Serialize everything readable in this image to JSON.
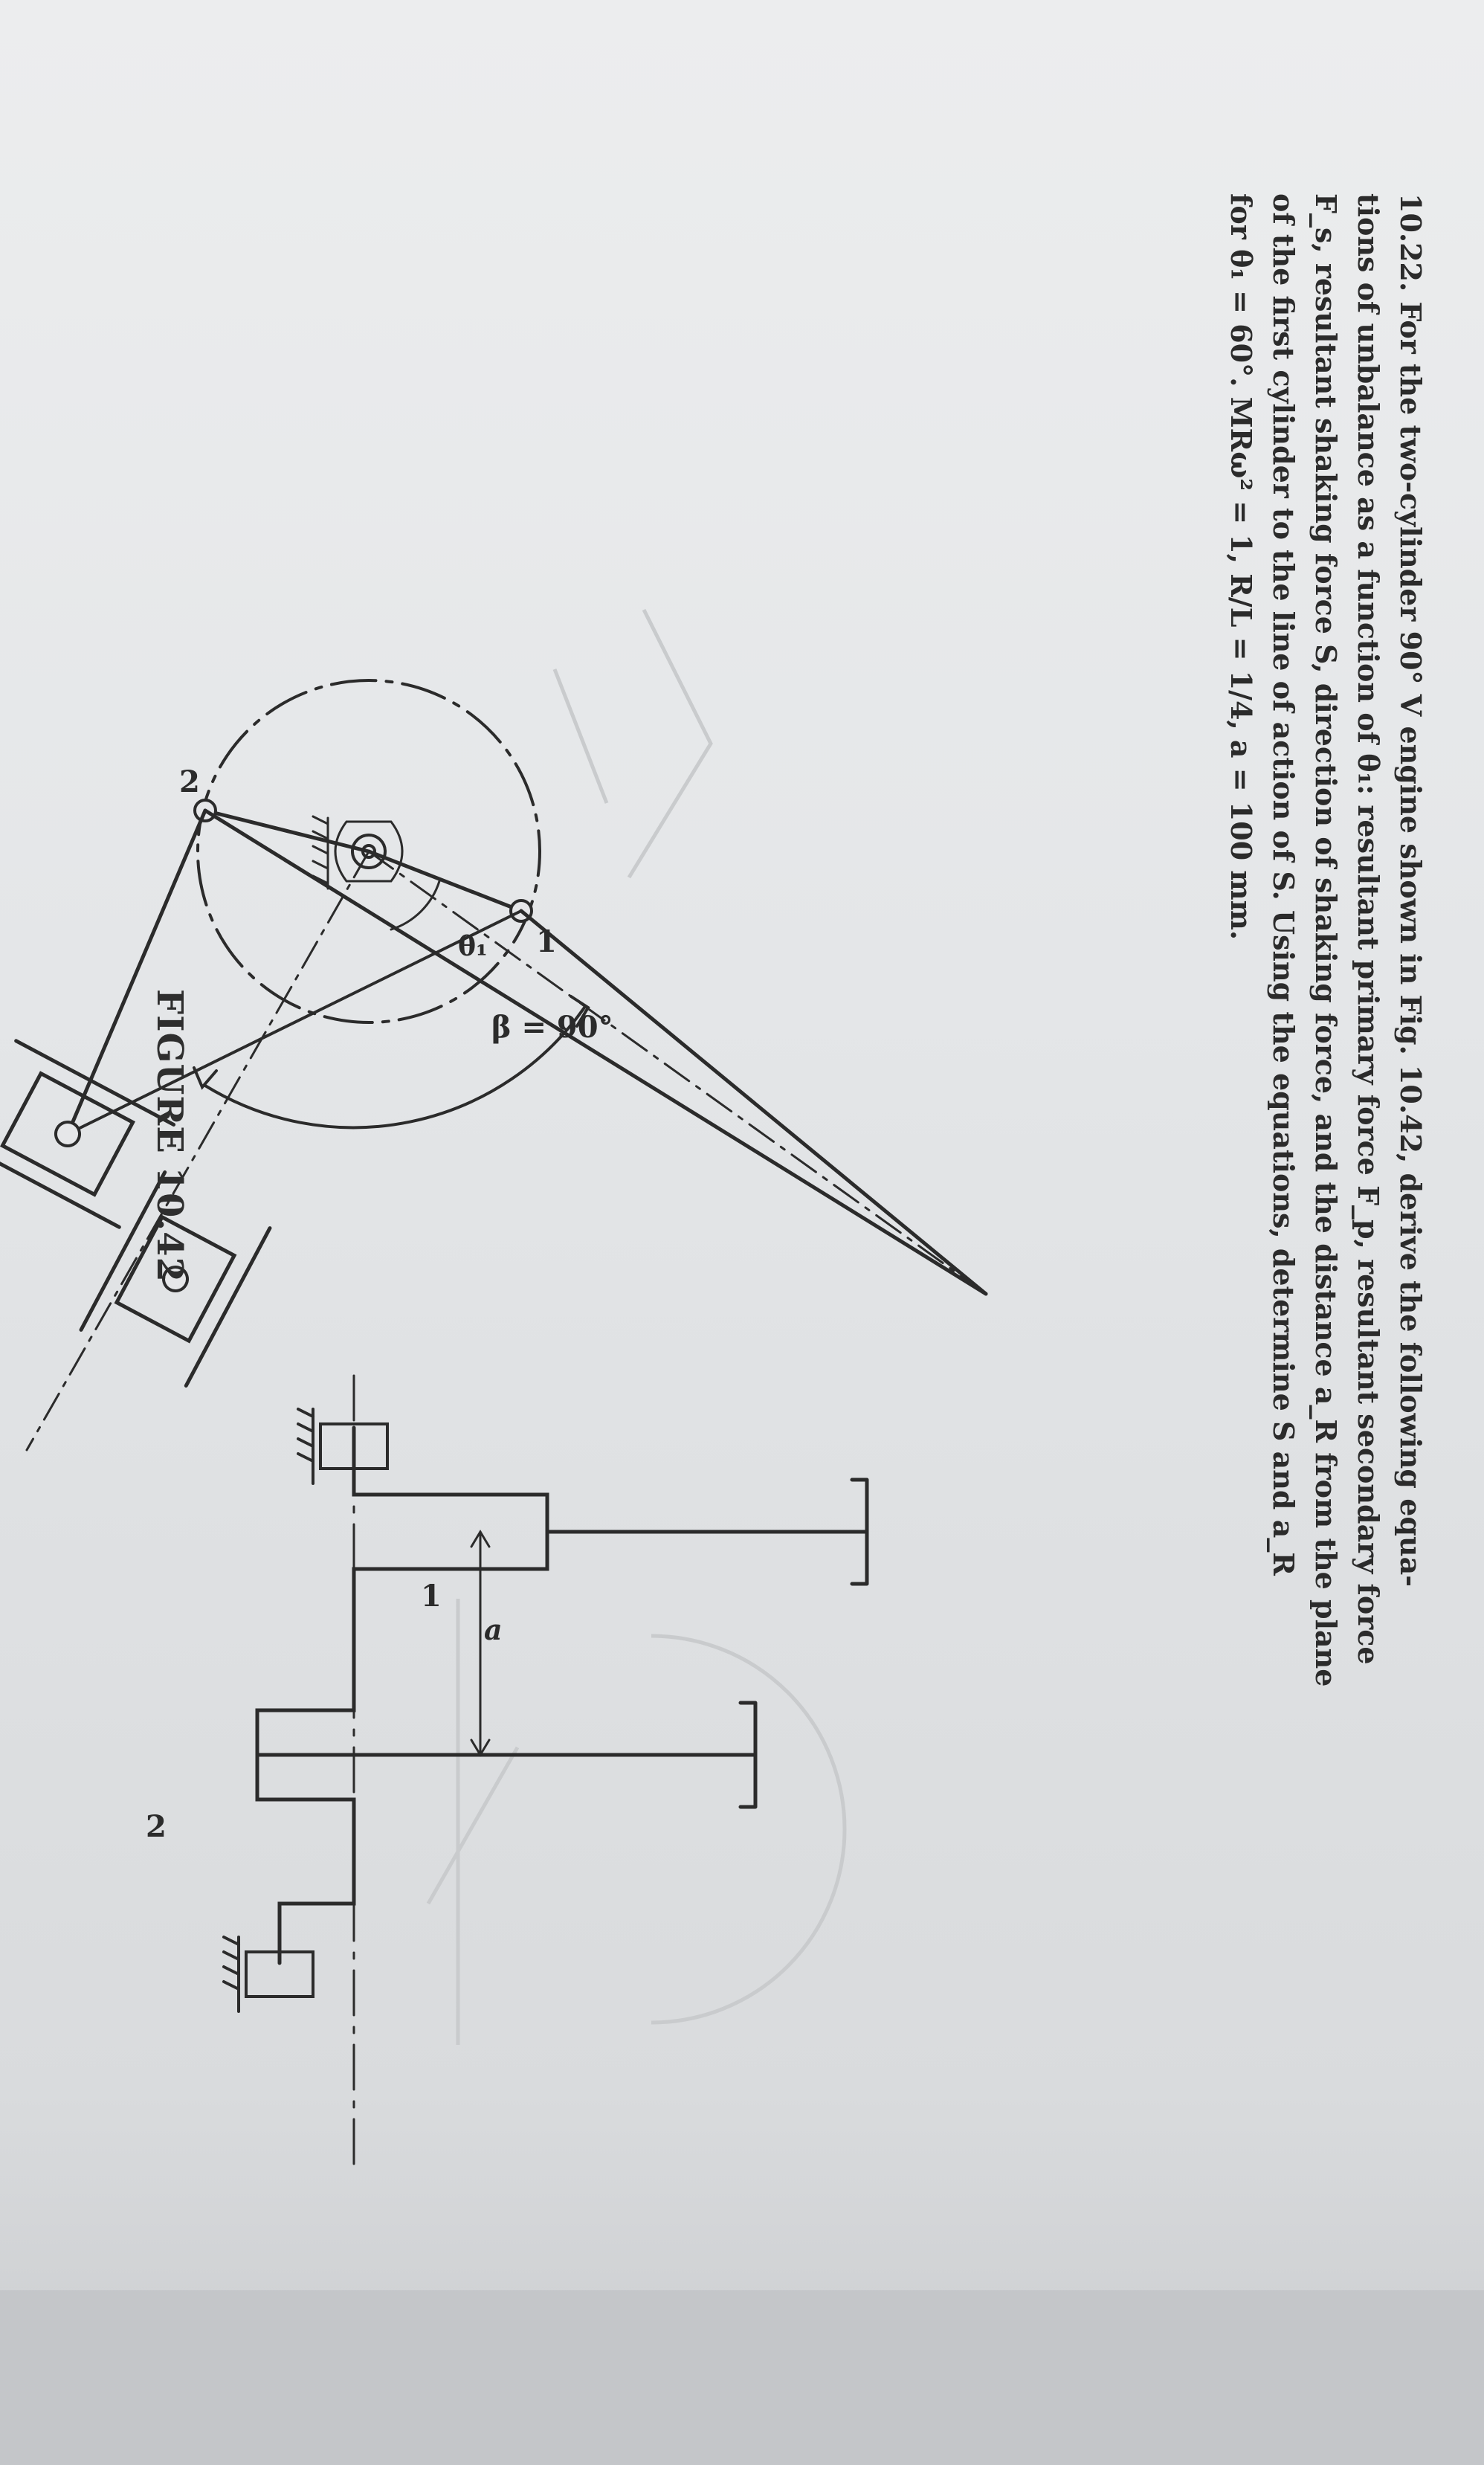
{
  "problem": {
    "number": "10.22.",
    "lines": [
      "For the two-cylinder 90° V engine shown in Fig. 10.42, derive the following equa-",
      "tions of unbalance as a function of θ₁: resultant primary force F_p, resultant secondary force",
      "F_s, resultant shaking force S, direction of shaking force, and the distance a_R from the plane",
      "of the first cylinder to the line of action of S. Using the equations, determine S and a_R",
      "for θ₁ = 60°. MRω² = 1, R/L = 1/4, a = 100 mm."
    ]
  },
  "figure": {
    "caption": "FIGURE 10.42",
    "angle_beta": "β = 90°",
    "angle_theta": "θ₁",
    "crank_label_1": "1",
    "crank_label_2": "2",
    "shaft_label_1": "1",
    "shaft_label_2": "2",
    "dimension_a": "a"
  },
  "colors": {
    "ink": "#2b2b2b",
    "paper": "#e6e7e9"
  }
}
